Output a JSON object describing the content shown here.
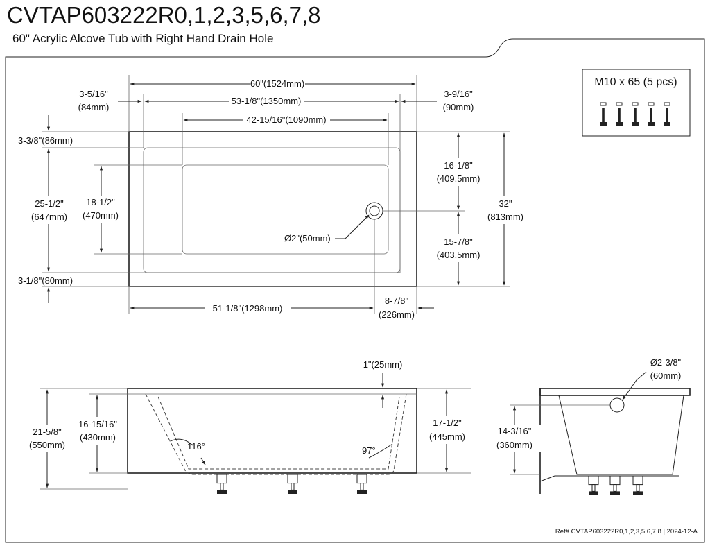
{
  "header": {
    "model": "CVTAP603222R0,1,2,3,5,6,7,8",
    "subtitle": "60\" Acrylic Alcove Tub with Right Hand Drain Hole"
  },
  "hardware": {
    "title": "M10 x 65 (5 pcs)",
    "count": 5
  },
  "plan": {
    "overall_width": "60\"(1524mm)",
    "inner_rim": "53-1/8\"(1350mm)",
    "inner_bottom": "42-15/16\"(1090mm)",
    "left_flange_in": "3-5/16\"",
    "left_flange_mm": "(84mm)",
    "right_flange_in": "3-9/16\"",
    "right_flange_mm": "(90mm)",
    "top_margin": "3-3/8\"(86mm)",
    "bottom_margin": "3-1/8\"(80mm)",
    "inner_depth_in": "25-1/2\"",
    "inner_depth_mm": "(647mm)",
    "bottom_depth_in": "18-1/2\"",
    "bottom_depth_mm": "(470mm)",
    "drain_top_in": "16-1/8\"",
    "drain_top_mm": "(409.5mm)",
    "drain_bottom_in": "15-7/8\"",
    "drain_bottom_mm": "(403.5mm)",
    "overall_depth_in": "32\"",
    "overall_depth_mm": "(813mm)",
    "drain_size": "Ø2\"(50mm)",
    "drain_x_left": "51-1/8\"(1298mm)",
    "drain_x_right_in": "8-7/8\"",
    "drain_x_right_mm": "(226mm)"
  },
  "front": {
    "rim_in": "1\"(25mm)",
    "overall_height_in": "21-5/8\"",
    "overall_height_mm": "(550mm)",
    "inner_height_in": "16-15/16\"",
    "inner_height_mm": "(430mm)",
    "right_height_in": "17-1/2\"",
    "right_height_mm": "(445mm)",
    "left_angle": "116°",
    "right_angle": "97°"
  },
  "side": {
    "overflow_in": "Ø2-3/8\"",
    "overflow_mm": "(60mm)",
    "overflow_height_in": "14-3/16\"",
    "overflow_height_mm": "(360mm)"
  },
  "footer": {
    "reference": "Ref# CVTAP603222R0,1,2,3,5,6,7,8 | 2024-12-A"
  }
}
